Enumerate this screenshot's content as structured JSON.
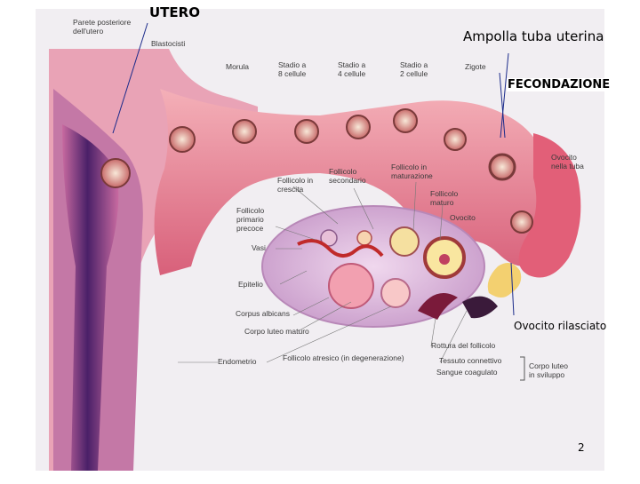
{
  "annotations": {
    "utero": "UTERO",
    "ampolla": "Ampolla tuba uterina",
    "fecondazione": "FECONDAZIONE",
    "ovocito_rilasciato": "Ovocito rilasciato",
    "page_number": "2"
  },
  "figure_labels": {
    "parete": "Parete posteriore\ndell'utero",
    "blastocisti": "Blastocisti",
    "morula": "Morula",
    "stadio8": "Stadio a\n8 cellule",
    "stadio4": "Stadio a\n4 cellule",
    "stadio2": "Stadio a\n2 cellule",
    "zigote": "Zigote",
    "ovocito_tuba": "Ovocito\nnella tuba",
    "follicolo_crescita": "Follicolo in\ncrescita",
    "follicolo_secondario": "Follicolo\nsecondario",
    "follicolo_maturazione": "Follicolo in\nmaturazione",
    "follicolo_maturo": "Follicolo\nmaturo",
    "ovocito": "Ovocito",
    "follicolo_primario": "Follicolo\nprimario\nprecoce",
    "vasi": "Vasi",
    "epitelio": "Epitelio",
    "corpus_albicans": "Corpus albicans",
    "corpo_luteo_maturo": "Corpo luteo maturo",
    "endometrio": "Endometrio",
    "follicolo_atresico": "Follicolo atresico (in degenerazione)",
    "rottura": "Rottura del follicolo",
    "tessuto": "Tessuto connettivo",
    "sangue": "Sangue coagulato",
    "corpo_luteo_sviluppo": "Corpo luteo\nin sviluppo"
  },
  "colors": {
    "uterus_dark": "#5a2a7a",
    "tube_pink": "#e88a9a",
    "ovary_lilac": "#d9b0d8",
    "line": "#1a2a8a"
  }
}
